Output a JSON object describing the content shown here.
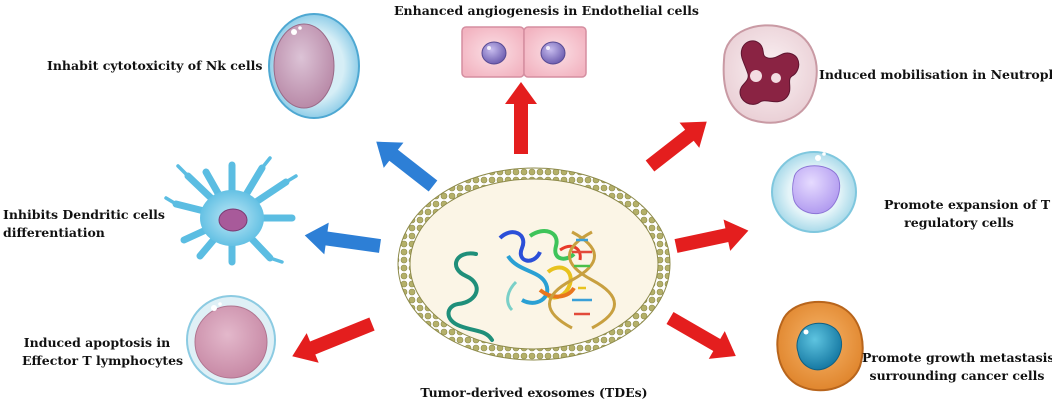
{
  "labels": {
    "endothelial": "Enhanced angiogenesis in Endothelial cells",
    "nk": "Inhabit cytotoxicity of Nk cells",
    "neutrophil": "Induced mobilisation in Neutrophil",
    "dendritic_l1": "Inhibits Dendritic cells",
    "dendritic_l2": "differentiation",
    "treg_l1": "Promote expansion of T",
    "treg_l2": "regulatory cells",
    "apoptosis_l1": "Induced apoptosis in",
    "apoptosis_l2": "Effector T lymphocytes",
    "cancer_l1": "Promote growth metastasis in",
    "cancer_l2": "surrounding  cancer cells",
    "tde": "Tumor-derived exosomes (TDEs)"
  },
  "colors": {
    "arrow_red": "#e41e1e",
    "arrow_blue": "#2d7fd6",
    "exosome_membrane": "#b6b46a",
    "exosome_fill": "#f6eed8"
  }
}
